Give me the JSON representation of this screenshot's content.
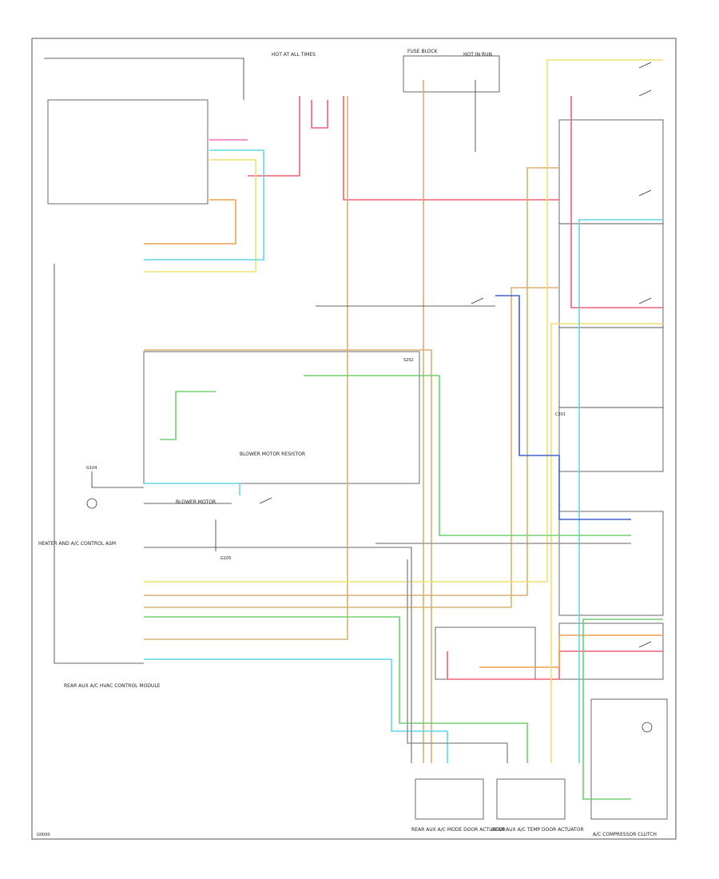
{
  "diagram": {
    "wire_colors": {
      "RED": "#f06070",
      "PNK": "#ff6fb0",
      "ORN": "#f0a050",
      "TAN": "#d9b070",
      "YEL": "#f0e070",
      "LT BLU": "#60d8e8",
      "DK BLU": "#4060d0",
      "LT GRN": "#70d070",
      "DK GRN": "#40a040",
      "BLK": "#222222",
      "GRY": "#999999",
      "LT YEL": "#f4ec9a"
    },
    "labels": {
      "c1": "HOT AT ALL TIMES",
      "c2": "HOT IN RUN",
      "c3": "HEATER AND A/C CONTROL ASM",
      "c4": "REAR AUX A/C HVAC CONTROL MODULE",
      "c5": "REAR AUX A/C MODE DOOR ACTUATOR",
      "c6": "REAR AUX A/C TEMP DOOR ACTUATOR",
      "c7": "A/C COMPRESSOR CLUTCH",
      "c8": "BLOWER MOTOR",
      "c9": "FUSE BLOCK",
      "c10": "BLOWER MOTOR RESISTOR",
      "c11": "G104",
      "c12": "G105",
      "c13": "S202",
      "c14": "C201"
    },
    "footer": {
      "code": "G0000"
    }
  }
}
